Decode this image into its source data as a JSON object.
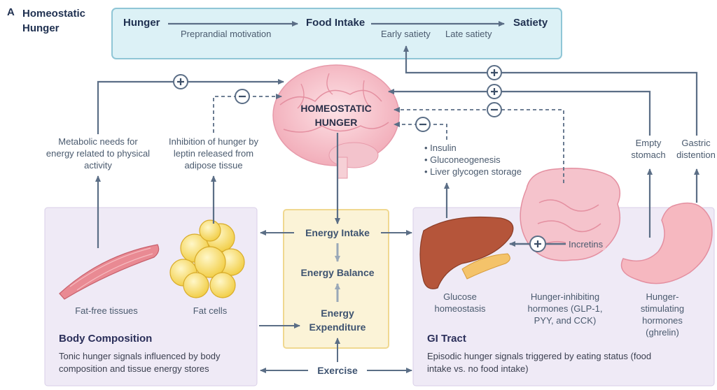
{
  "figure_label": {
    "letter": "A",
    "title": "Homeostatic Hunger"
  },
  "top_bar": {
    "hunger": "Hunger",
    "preprandial": "Preprandial motivation",
    "food_intake": "Food Intake",
    "early_satiety": "Early satiety",
    "late_satiety": "Late satiety",
    "satiety": "Satiety"
  },
  "brain": {
    "line1": "HOMEOSTATIC",
    "line2": "HUNGER"
  },
  "signals": {
    "metabolic": "Metabolic needs for energy related to physical activity",
    "leptin": "Inhibition of hunger by leptin released from adipose tissue",
    "liver_bullets": [
      "Insulin",
      "Gluconeogenesis",
      "Liver glycogen storage"
    ],
    "empty_stomach": "Empty stomach",
    "gastric_distention": "Gastric distention"
  },
  "center": {
    "energy_intake": "Energy Intake",
    "energy_balance": "Energy Balance",
    "energy_expenditure": "Energy Expenditure",
    "exercise": "Exercise"
  },
  "body_composition": {
    "fat_free": "Fat-free tissues",
    "fat_cells": "Fat cells",
    "title": "Body Composition",
    "description": "Tonic hunger signals influenced by body composition and tissue energy stores"
  },
  "gi_tract": {
    "incretins": "Incretins",
    "glucose": "Glucose homeostasis",
    "inhibiting": "Hunger-inhibiting hormones (GLP-1, PYY, and CCK)",
    "stimulating": "Hunger-stimulating hormones (ghrelin)",
    "title": "GI Tract",
    "description": "Episodic hunger signals triggered by eating status (food intake vs. no food intake)"
  },
  "colors": {
    "arrow": "#5b6e86",
    "top_bar_fill": "#dcf1f6",
    "top_bar_stroke": "#8fc6d6",
    "panel_fill": "#efeaf6",
    "center_fill": "#fbf3d7",
    "center_stroke": "#f0d890",
    "title_navy": "#2b2f5a"
  }
}
